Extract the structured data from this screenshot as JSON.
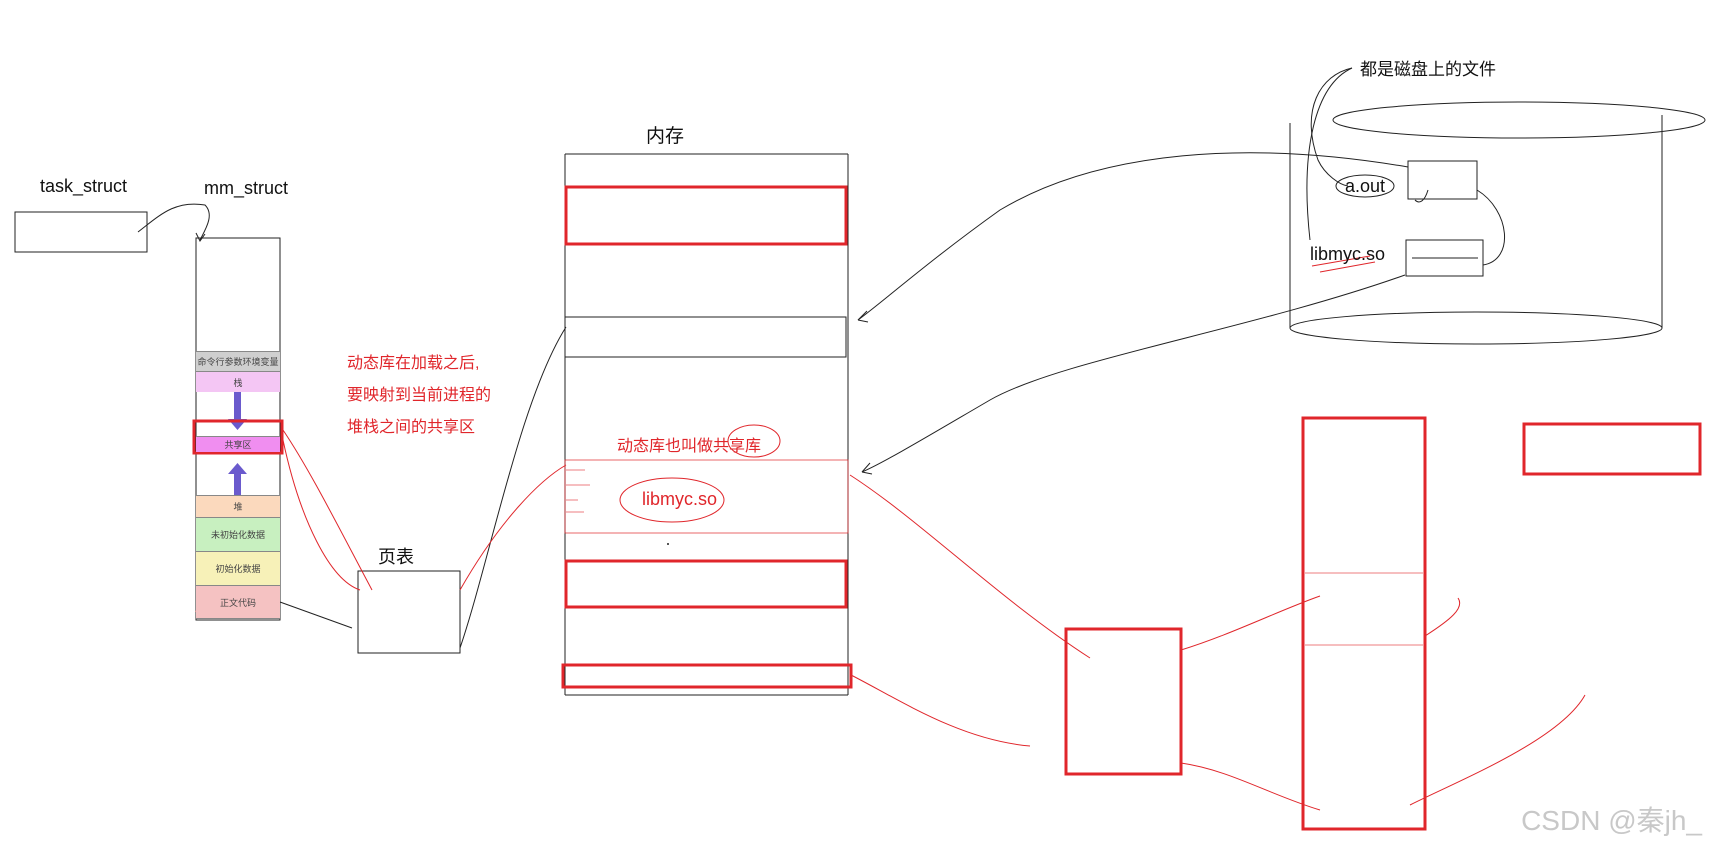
{
  "labels": {
    "task_struct": "task_struct",
    "mm_struct": "mm_struct",
    "page_table": "页表",
    "memory": "内存",
    "disk_files": "都是磁盘上的文件",
    "a_out": "a.out",
    "libmyc_disk": "libmyc.so",
    "libmyc_mem": "libmyc.so",
    "shared_lib_note": "动态库也叫做共享库",
    "load_note": [
      "动态库在加载之后,",
      "要映射到当前进程的",
      "堆栈之间的共享区"
    ]
  },
  "address_space": {
    "segments": [
      {
        "name": "args-env",
        "label": "命令行参数环境变量",
        "color": "#cfcfcf"
      },
      {
        "name": "stack",
        "label": "栈",
        "color": "#f4c6f4"
      },
      {
        "name": "shared",
        "label": "共享区",
        "color": "#f08ef0"
      },
      {
        "name": "heap",
        "label": "堆",
        "color": "#fbd9bd"
      },
      {
        "name": "bss",
        "label": "未初始化数据",
        "color": "#c8f0c0"
      },
      {
        "name": "data",
        "label": "初始化数据",
        "color": "#f7f1b8"
      },
      {
        "name": "text",
        "label": "正文代码",
        "color": "#f5c2c2"
      }
    ]
  },
  "colors": {
    "red": "#e0262b",
    "black": "#111111",
    "arrow_purple": "#6a5acd"
  },
  "watermark": "CSDN @秦jh_"
}
